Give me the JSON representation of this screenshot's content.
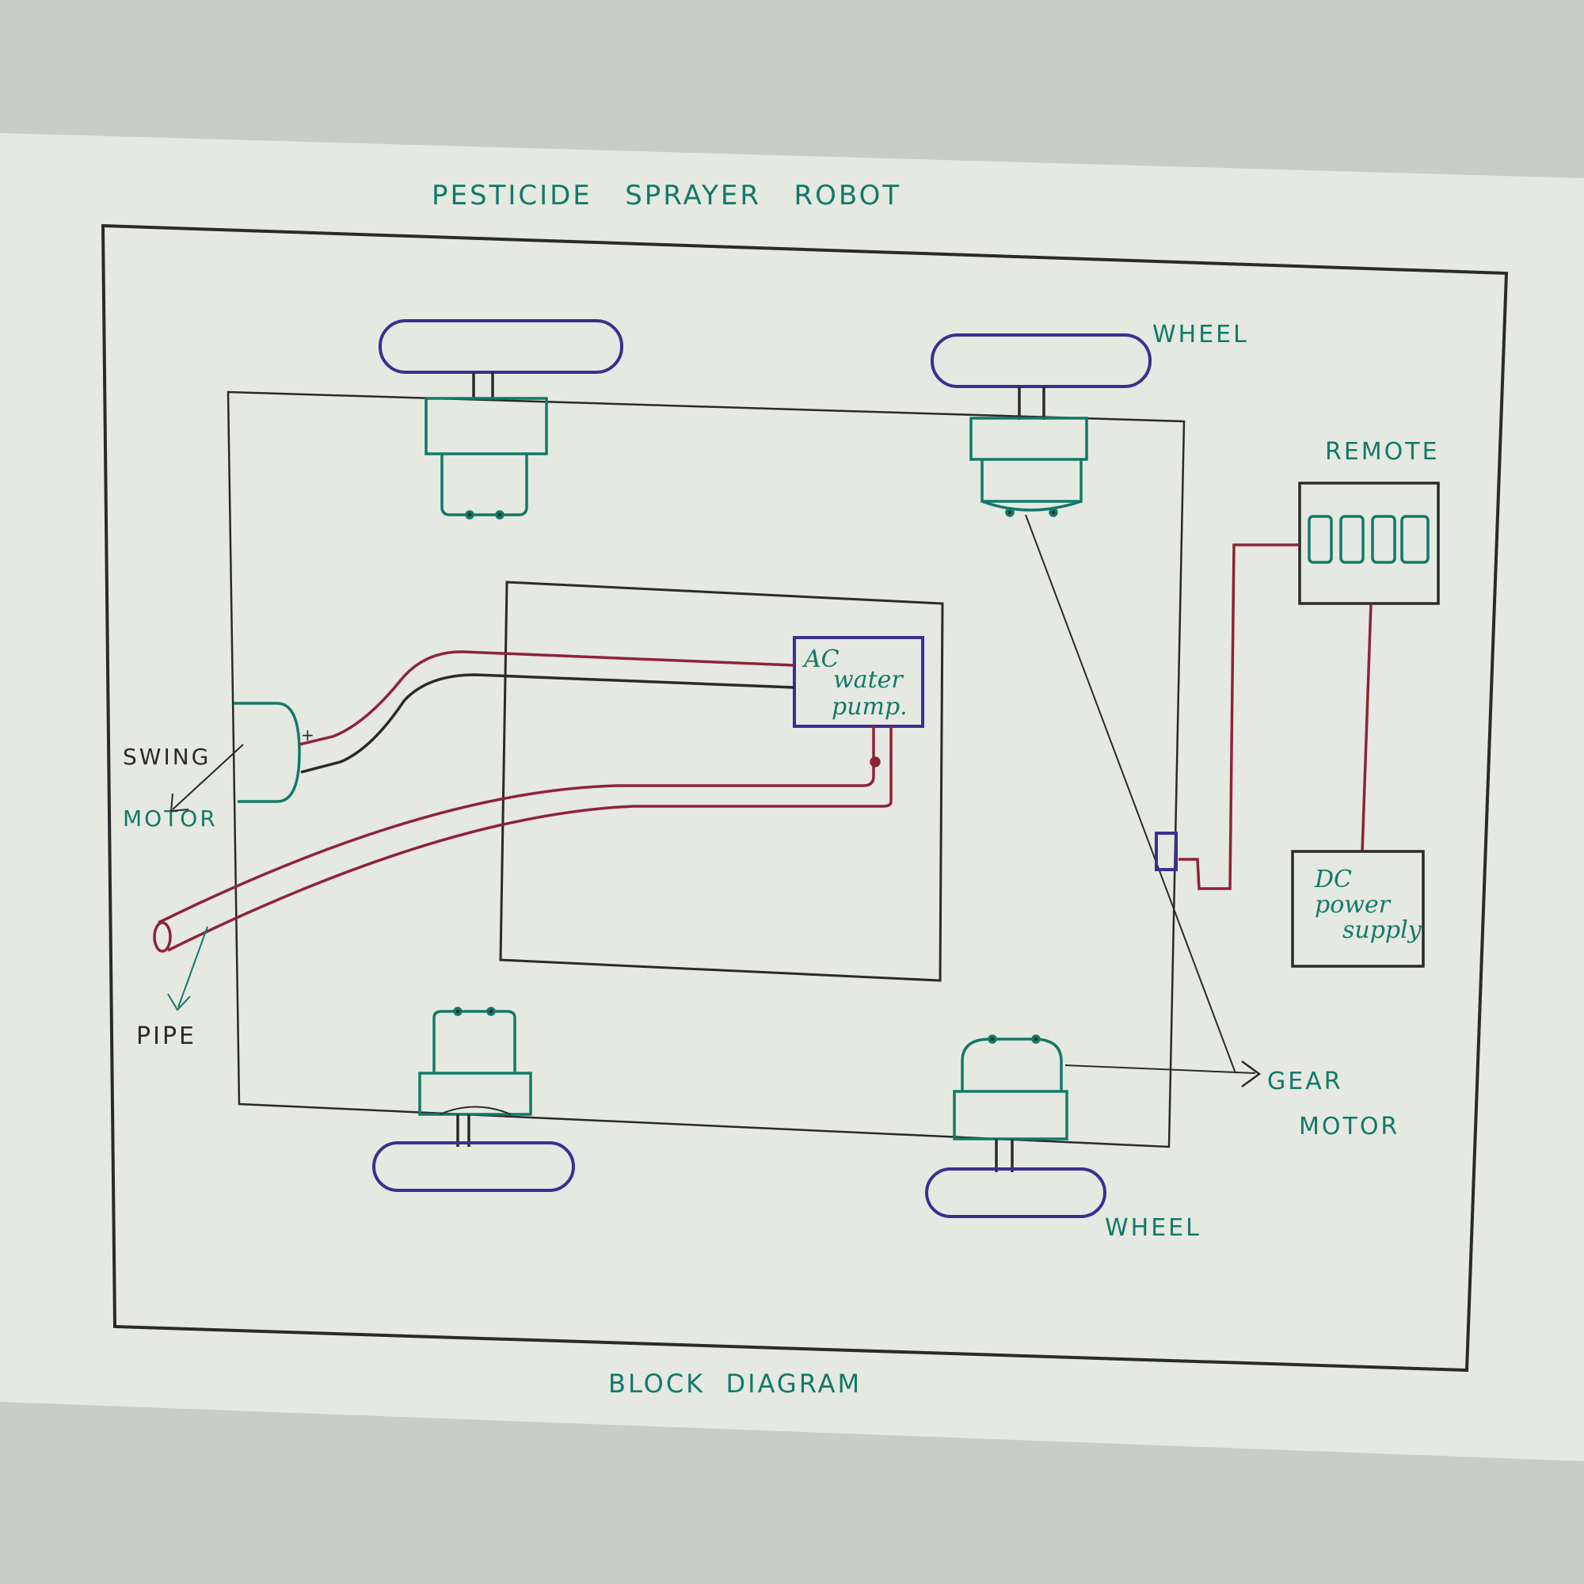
{
  "title": "PESTICIDE   SPRAYER   ROBOT",
  "caption": "BLOCK  DIAGRAM",
  "labels": {
    "wheel_top_right": "WHEEL",
    "wheel_bottom_right": "WHEEL",
    "remote": "REMOTE",
    "swing_line1": "SWING",
    "swing_line2": "MOTOR",
    "pipe": "PIPE",
    "gear_line1": "GEAR",
    "gear_line2": "MOTOR",
    "pump_line1": "AC",
    "pump_line2": "water",
    "pump_line3": "pump.",
    "dc_line1": "DC",
    "dc_line2": "power",
    "dc_line3": "supply"
  },
  "colors": {
    "paper": "#e6e8e2",
    "background": "#c9ccc9",
    "ink_black": "#2a2a2a",
    "ink_teal": "#117a68",
    "ink_blue": "#3b2f8f",
    "ink_red": "#8e2436"
  }
}
